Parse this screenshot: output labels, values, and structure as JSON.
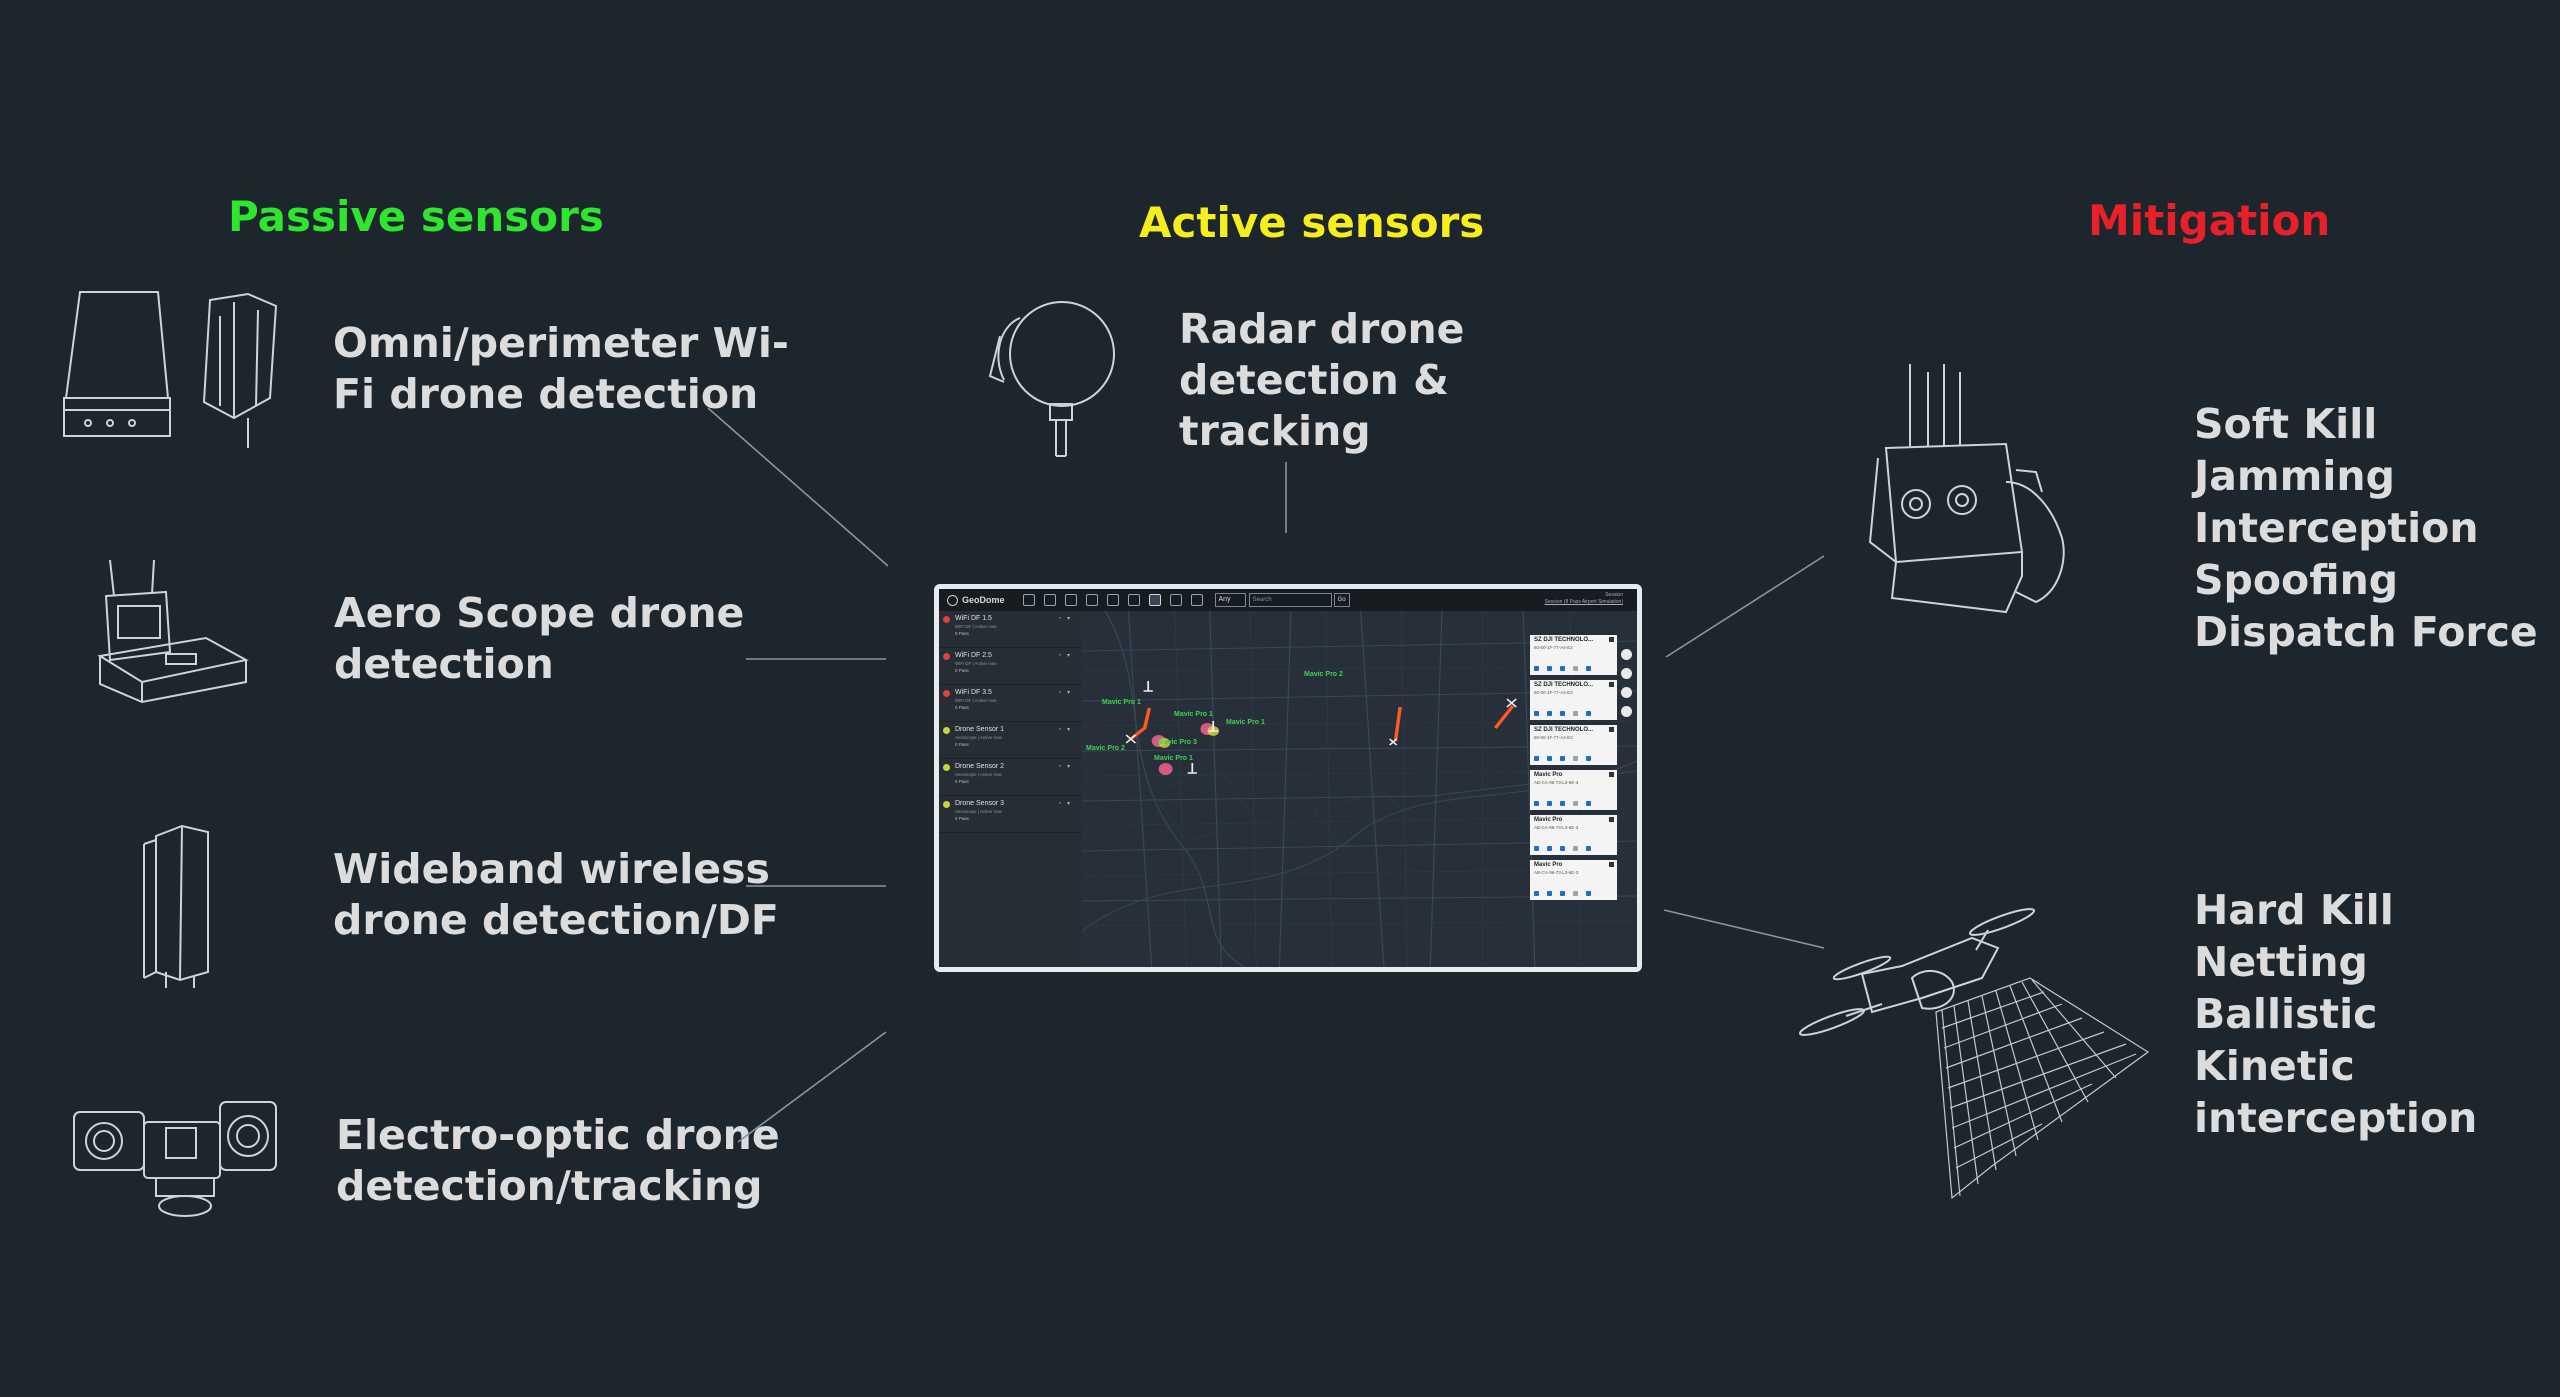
{
  "headings": {
    "passive": "Passive sensors",
    "active": "Active sensors",
    "mitigation": "Mitigation"
  },
  "colors": {
    "background": "#1d252d",
    "passive": "#2ee62e",
    "active": "#f5ee1a",
    "mitigation": "#e8202a",
    "text": "#dcdcdc"
  },
  "passive": [
    {
      "line1": "Omni/perimeter Wi-",
      "line2": "Fi drone detection",
      "icon": "wifi-sensor-unit-icon"
    },
    {
      "line1": "Aero Scope  drone",
      "line2": "detection",
      "icon": "aeroscope-case-icon"
    },
    {
      "line1": "Wideband wireless",
      "line2": "drone detection/DF",
      "icon": "wideband-receiver-icon"
    },
    {
      "line1": "Electro-optic drone",
      "line2": "detection/tracking",
      "icon": "eo-camera-icon"
    }
  ],
  "active": [
    {
      "line1": "Radar drone",
      "line2": "detection &",
      "line3": "tracking",
      "icon": "radar-icon"
    }
  ],
  "mitigation": [
    {
      "title": "Soft Kill",
      "items": [
        "Jamming",
        "Interception",
        "Spoofing",
        "Dispatch Force"
      ],
      "icon": "jammer-icon"
    },
    {
      "title": "Hard Kill",
      "items": [
        "Netting",
        "Ballistic",
        "Kinetic",
        "interception"
      ],
      "icon": "net-drone-icon"
    }
  ],
  "screen": {
    "app_name": "GeoDome",
    "filter_value": "Any",
    "search_placeholder": "Search",
    "go_label": "Go",
    "session_line1": "Session",
    "session_line2": "Session (8 Pass Airport Simulation)",
    "sidebar": [
      {
        "title": "WiFi DF 1.5",
        "sub": "WiFi DF | Active now",
        "pass": "0 Pass",
        "status": "#e04040"
      },
      {
        "title": "WiFi DF 2.5",
        "sub": "WiFi DF | Active now",
        "pass": "0 Pass",
        "status": "#e04040"
      },
      {
        "title": "WiFi DF 3.5",
        "sub": "WiFi DF | Active now",
        "pass": "0 Pass",
        "status": "#e04040"
      },
      {
        "title": "Drone Sensor 1",
        "sub": "Aeroscope | Active now",
        "pass": "0 Pass",
        "status": "#c8d53a"
      },
      {
        "title": "Drone Sensor 2",
        "sub": "Aeroscope | Active now",
        "pass": "0 Pass",
        "status": "#c8d53a"
      },
      {
        "title": "Drone Sensor 3",
        "sub": "Aeroscope | Active now",
        "pass": "0 Pass",
        "status": "#c8d53a"
      }
    ],
    "cards": [
      {
        "title": "SZ DJI TECHNOLO...",
        "sub": "60-60-1F-77-A4-E2"
      },
      {
        "title": "SZ DJI TECHNOLO...",
        "sub": "60-60-1F-77-A4-E2"
      },
      {
        "title": "SZ DJI TECHNOLO...",
        "sub": "60-60-1F-77-A4-E2"
      },
      {
        "title": "Mavic Pro",
        "sub": "AB-CA-96-73-L3-6E-3"
      },
      {
        "title": "Mavic Pro",
        "sub": "AB-CA-96-73-L3-6E-3"
      },
      {
        "title": "Mavic Pro",
        "sub": "AB-CA-96-73-L3-6E-3"
      }
    ],
    "map_labels": [
      "Mavic Pro 1",
      "Mavic Pro 2",
      "Mavic Pro 1",
      "Mavic Pro 1",
      "Mavic Pro 2",
      "Mavic Pro 1",
      "Mavic Pro 3"
    ]
  }
}
